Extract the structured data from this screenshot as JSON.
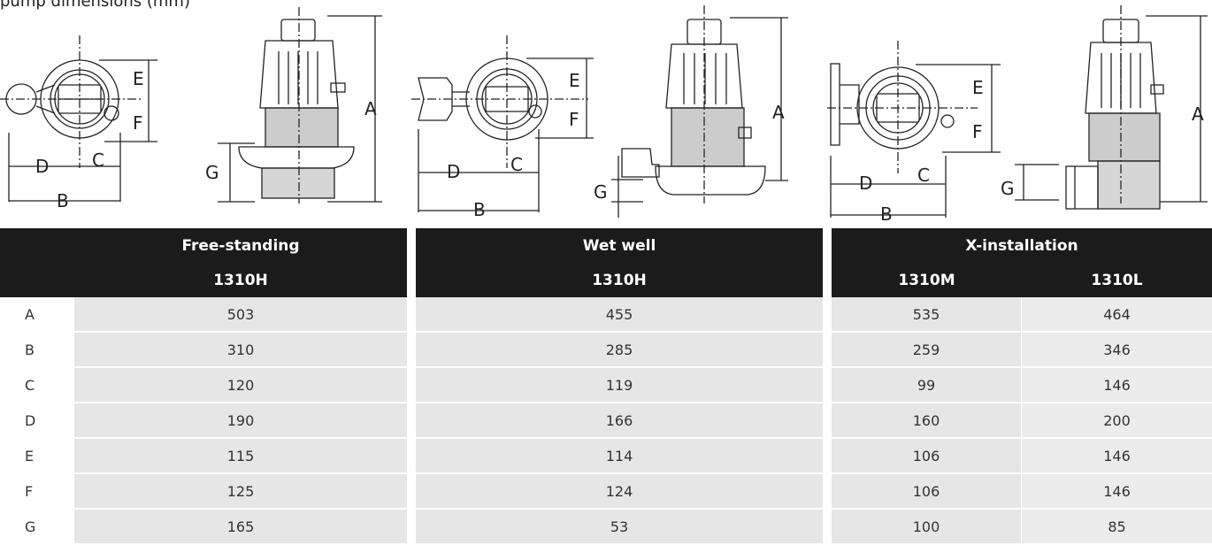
{
  "caption": "pump dimensions (mm)",
  "dimension_letters": [
    "A",
    "B",
    "C",
    "D",
    "E",
    "F",
    "G"
  ],
  "tables": {
    "free_standing": {
      "title": "Free-standing",
      "models": [
        "1310H"
      ],
      "rows": [
        {
          "label": "A",
          "values": [
            "503"
          ]
        },
        {
          "label": "B",
          "values": [
            "310"
          ]
        },
        {
          "label": "C",
          "values": [
            "120"
          ]
        },
        {
          "label": "D",
          "values": [
            "190"
          ]
        },
        {
          "label": "E",
          "values": [
            "115"
          ]
        },
        {
          "label": "F",
          "values": [
            "125"
          ]
        },
        {
          "label": "G",
          "values": [
            "165"
          ]
        }
      ]
    },
    "wet_well": {
      "title": "Wet well",
      "models": [
        "1310H"
      ],
      "rows": [
        {
          "values": [
            "455"
          ]
        },
        {
          "values": [
            "285"
          ]
        },
        {
          "values": [
            "119"
          ]
        },
        {
          "values": [
            "166"
          ]
        },
        {
          "values": [
            "114"
          ]
        },
        {
          "values": [
            "124"
          ]
        },
        {
          "values": [
            "53"
          ]
        }
      ]
    },
    "x_installation": {
      "title": "X-installation",
      "models": [
        "1310M",
        "1310L"
      ],
      "rows": [
        {
          "values": [
            "535",
            "464"
          ]
        },
        {
          "values": [
            "259",
            "346"
          ]
        },
        {
          "values": [
            "99",
            "146"
          ]
        },
        {
          "values": [
            "160",
            "200"
          ]
        },
        {
          "values": [
            "106",
            "146"
          ]
        },
        {
          "values": [
            "106",
            "146"
          ]
        },
        {
          "values": [
            "100",
            "85"
          ]
        }
      ]
    }
  },
  "colors": {
    "header_bg": "#1c1b1b",
    "header_text": "#ffffff",
    "cell_bg": "#e6e6e6",
    "line": "#222222"
  }
}
